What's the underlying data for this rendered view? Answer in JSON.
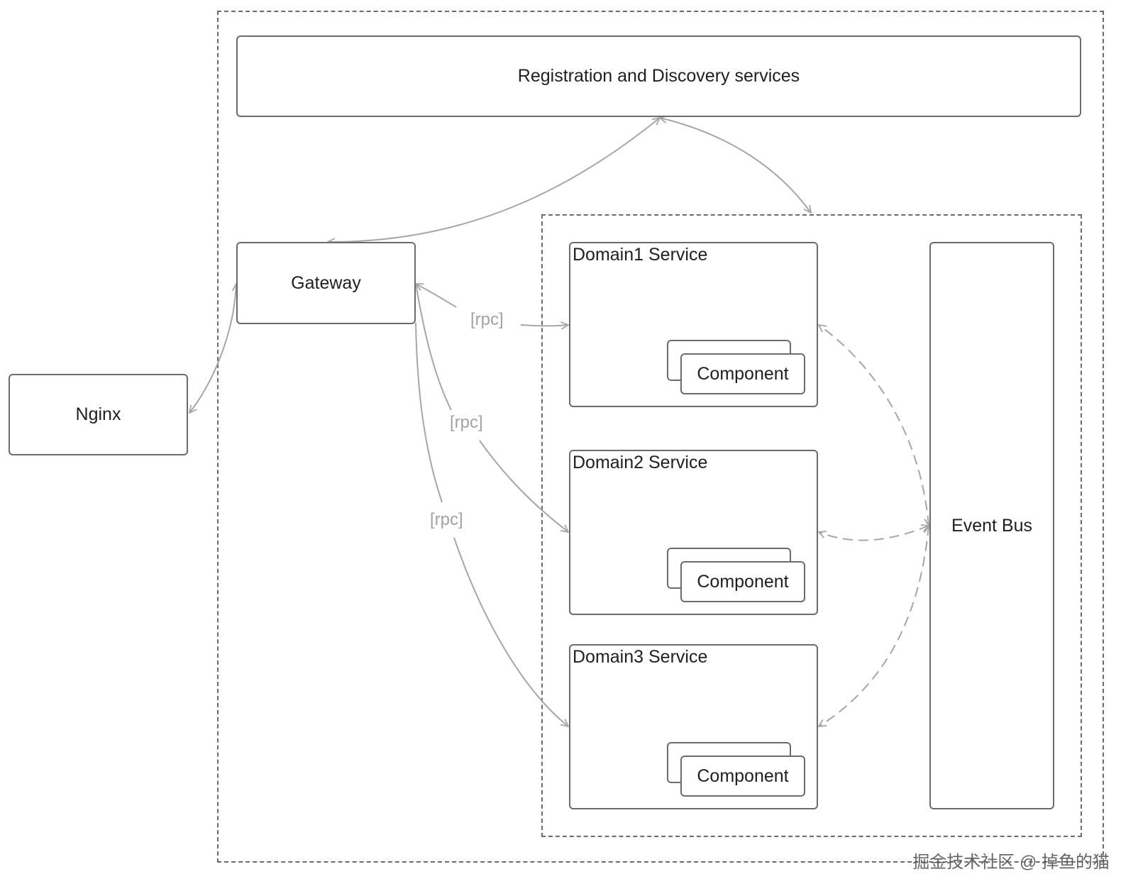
{
  "nodes": {
    "registry": "Registration and Discovery services",
    "gateway": "Gateway",
    "nginx": "Nginx",
    "event_bus": "Event Bus"
  },
  "services": [
    {
      "title": "Domain1 Service",
      "component": "Component"
    },
    {
      "title": "Domain2 Service",
      "component": "Component"
    },
    {
      "title": "Domain3 Service",
      "component": "Component"
    }
  ],
  "edge_labels": [
    "[rpc]",
    "[rpc]",
    "[rpc]"
  ],
  "watermark": "掘金技术社区 @ 掉鱼的猫",
  "colors": {
    "stroke": "#6b6b6b",
    "edge": "#a6a6a6",
    "label": "#a3a3a3"
  }
}
